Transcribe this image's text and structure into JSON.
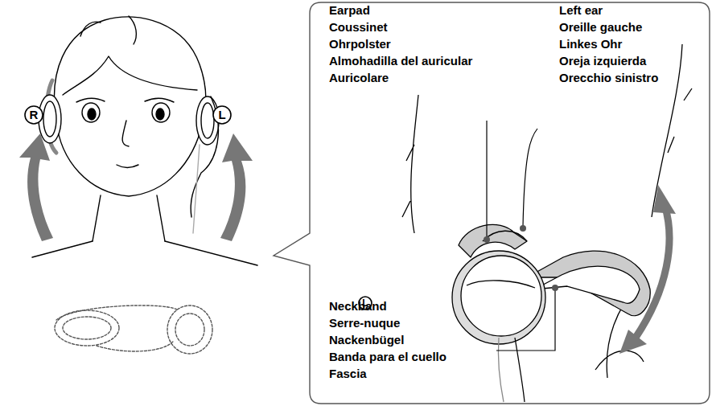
{
  "diagram": {
    "labels": [
      "R",
      "L",
      "Earpad",
      "Coussinet",
      "Ohrpolster",
      "Almohadilla del auricular",
      "Auricolare",
      "Left ear",
      "Oreille gauche",
      "Linkes Ohr",
      "Oreja izquierda",
      "Orecchio sinistro",
      "L",
      "Neckband",
      "Serre-nuque",
      "Nackenbügel",
      "Banda para el cuello",
      "Fascia"
    ]
  }
}
